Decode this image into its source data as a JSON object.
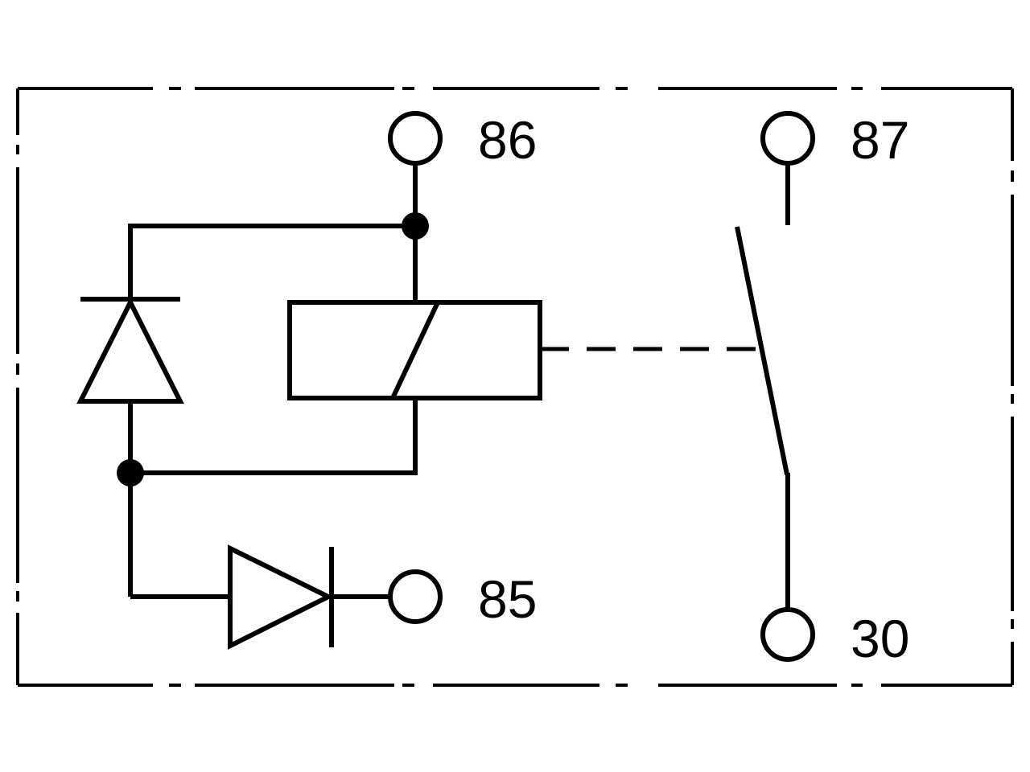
{
  "terminals": {
    "t86": "86",
    "t87": "87",
    "t85": "85",
    "t30": "30"
  },
  "colors": {
    "line": "#000000",
    "background": "#ffffff"
  }
}
